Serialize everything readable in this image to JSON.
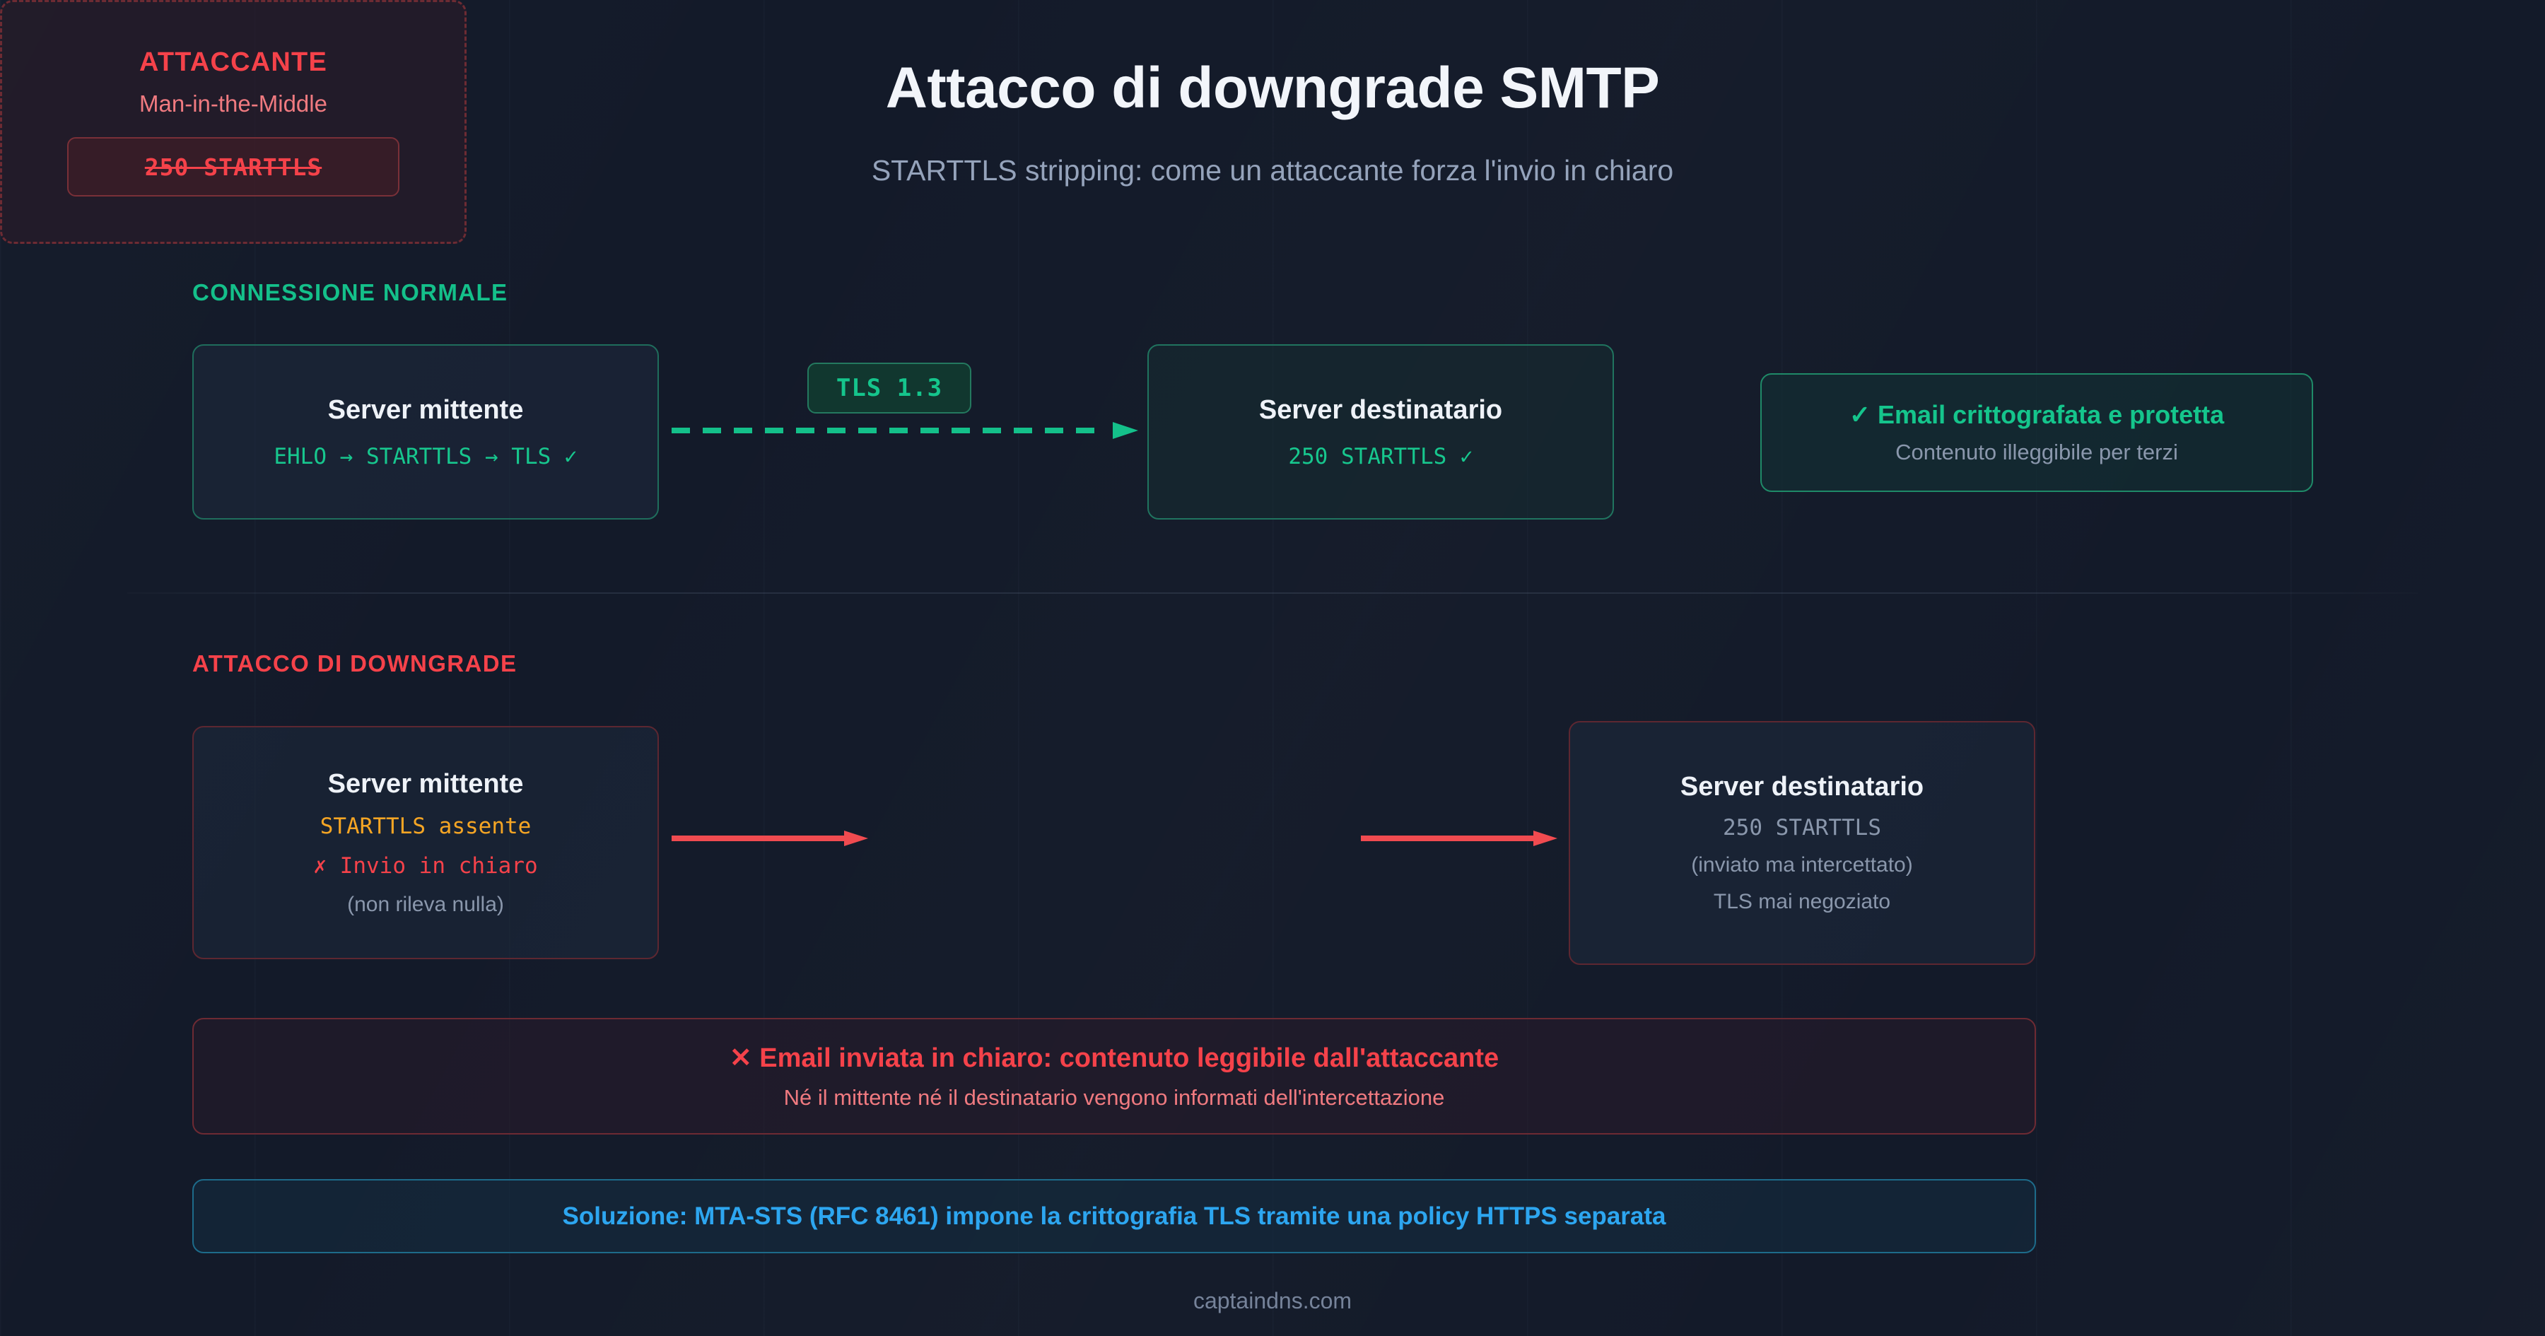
{
  "header": {
    "title": "Attacco di downgrade SMTP",
    "subtitle": "STARTTLS stripping: come un attaccante forza l'invio in chiaro"
  },
  "colors": {
    "background": "#131a29",
    "accent_green": "#14c08a",
    "accent_red": "#f5424a",
    "accent_amber": "#f5a524",
    "accent_blue": "#2da6f0",
    "text_primary": "#f2f5fa",
    "text_muted": "#8a97ac"
  },
  "normal_section": {
    "label": "CONNESSIONE NORMALE",
    "sender": {
      "title": "Server mittente",
      "detail": "EHLO → STARTTLS → TLS ✓"
    },
    "tls_badge": "TLS 1.3",
    "destination": {
      "title": "Server destinatario",
      "detail": "250 STARTTLS ✓"
    },
    "result": {
      "headline": "✓ Email crittografata e protetta",
      "sub": "Contenuto illeggibile per terzi"
    }
  },
  "attack_section": {
    "label": "ATTACCO DI DOWNGRADE",
    "sender": {
      "title": "Server mittente",
      "warning": "STARTTLS assente",
      "failure": "✗ Invio in chiaro",
      "note": "(non rileva nulla)"
    },
    "attacker": {
      "title": "ATTACCANTE",
      "role": "Man-in-the-Middle",
      "stripped_command": "250 STARTTLS"
    },
    "destination": {
      "title": "Server destinatario",
      "detail": "250 STARTTLS",
      "note1": "(inviato ma intercettato)",
      "note2": "TLS mai negoziato"
    }
  },
  "alert_banner": {
    "headline": "✕ Email inviata in chiaro: contenuto leggibile dall'attaccante",
    "sub": "Né il mittente né il destinatario vengono informati dell'intercettazione"
  },
  "solution_banner": {
    "text": "Soluzione: MTA-STS (RFC 8461) impone la crittografia TLS tramite una policy HTTPS separata"
  },
  "footer": {
    "source": "captaindns.com"
  }
}
